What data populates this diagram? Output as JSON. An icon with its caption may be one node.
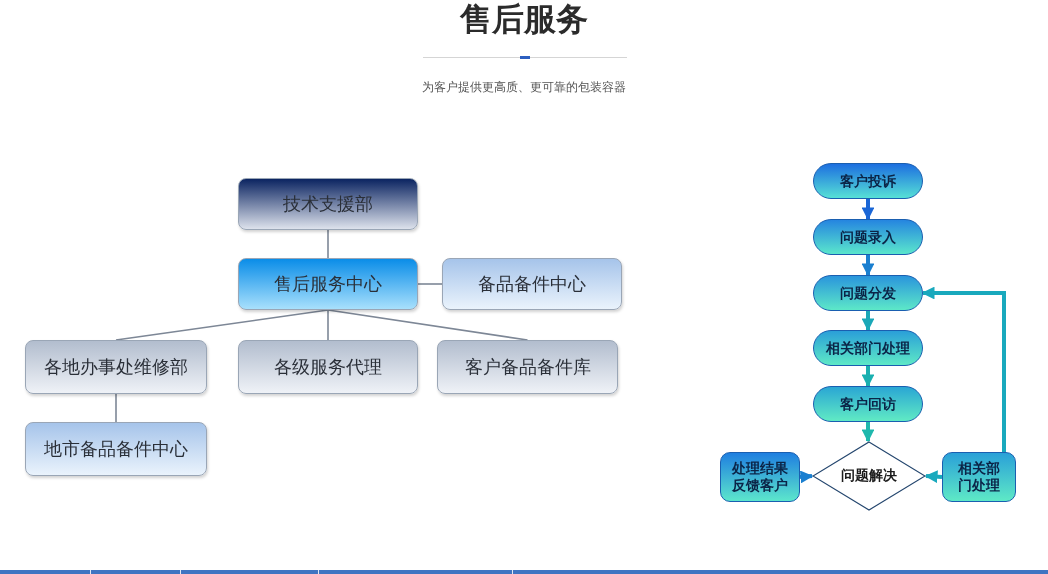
{
  "diagram": {
    "title": "售后服务",
    "caption": "为客户提供更高质、更可靠的包装容器",
    "nodes": [
      {
        "text": [
          "技术支援部"
        ]
      },
      {
        "text": [
          "售后服务中心"
        ]
      },
      {
        "text": [
          "备品备件中心"
        ]
      },
      {
        "text": [
          "各地办事处维修部"
        ]
      },
      {
        "text": [
          "各级服务代理"
        ]
      },
      {
        "text": [
          "客户备品备件库"
        ]
      },
      {
        "text": [
          "地市备品备件中心"
        ]
      },
      {
        "text": [
          "客户投诉"
        ]
      },
      {
        "text": [
          "问题录入"
        ]
      },
      {
        "text": [
          "问题分发"
        ]
      },
      {
        "text": [
          "相关部门处理"
        ]
      },
      {
        "text": [
          "客户回访"
        ]
      },
      {
        "text": [
          "问题解决"
        ]
      },
      {
        "text": [
          "处理结果反馈客户"
        ]
      },
      {
        "text": [
          "相关部门处理"
        ]
      }
    ],
    "edges": [
      {
        "from": 0,
        "to": 1,
        "arrow": "none"
      },
      {
        "from": 1,
        "to": 2,
        "arrow": "none"
      },
      {
        "from": 1,
        "to": 3,
        "arrow": "none"
      },
      {
        "from": 1,
        "to": 4,
        "arrow": "none"
      },
      {
        "from": 1,
        "to": 5,
        "arrow": "none"
      },
      {
        "from": 3,
        "to": 6,
        "arrow": "none"
      },
      {
        "from": 7,
        "to": 8,
        "arrow": "to",
        "color": "#1a66d6"
      },
      {
        "from": 8,
        "to": 9,
        "arrow": "to",
        "color": "#1a7fd0"
      },
      {
        "from": 9,
        "to": 10,
        "arrow": "to",
        "color": "#1aa8b8"
      },
      {
        "from": 10,
        "to": 11,
        "arrow": "to",
        "color": "#1ab0b0"
      },
      {
        "from": 11,
        "to": 12,
        "arrow": "to",
        "color": "#1fb8ad"
      },
      {
        "from": 13,
        "to": 12,
        "arrow": "to",
        "color": "#1a7fd0"
      },
      {
        "from": 14,
        "to": 12,
        "arrow": "to",
        "color": "#19a9bd"
      },
      {
        "from": 14,
        "to": 9,
        "arrow": "to",
        "color": "#19a9bd"
      }
    ]
  }
}
